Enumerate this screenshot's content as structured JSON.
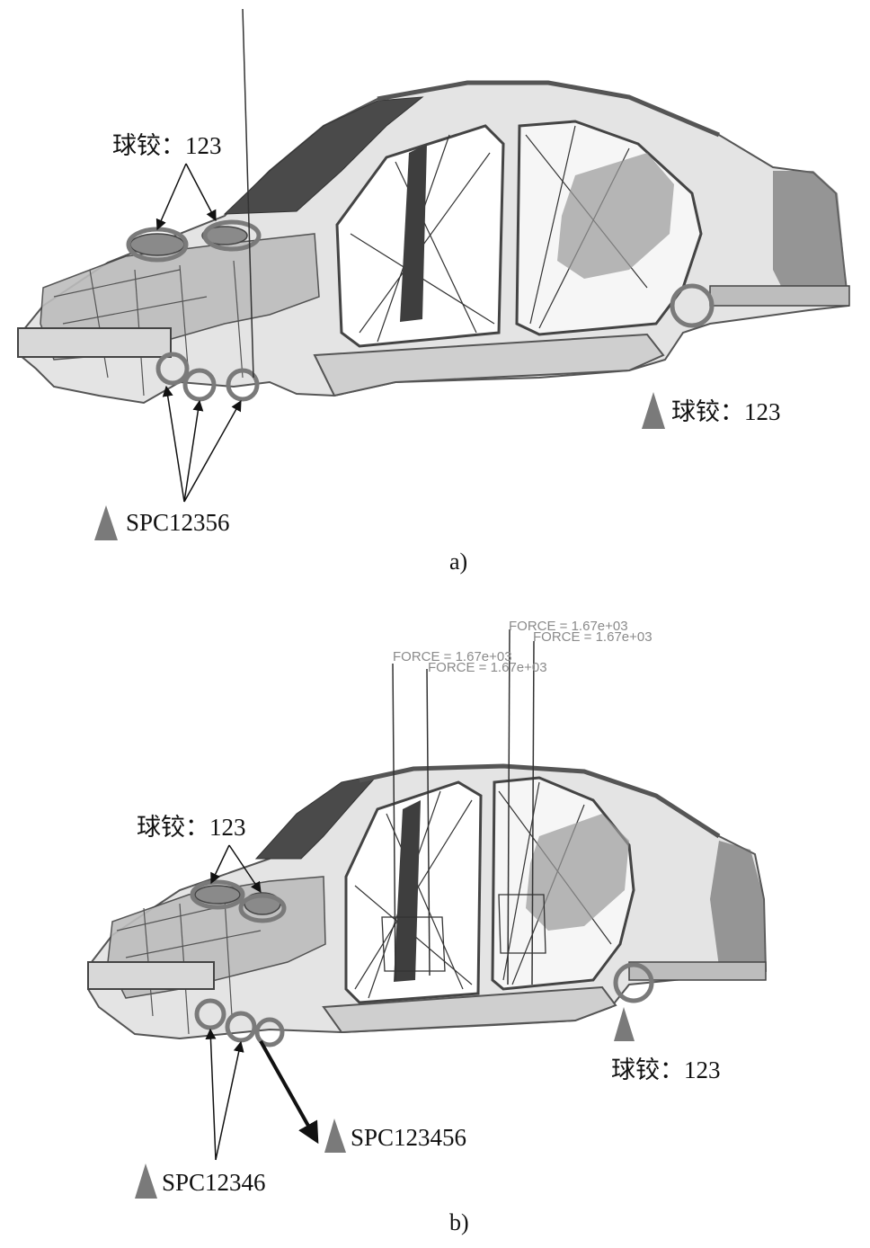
{
  "panel_a": {
    "caption": "a)",
    "label_ball_front": "球铰：123",
    "label_ball_rear": "球铰：123",
    "label_spc": "SPC12356"
  },
  "panel_b": {
    "caption": "b)",
    "label_ball_front": "球铰：123",
    "label_ball_rear": "球铰：123",
    "label_spc_1": "SPC12346",
    "label_spc_2": "SPC123456",
    "force_1": "FORCE = 1.67e+03",
    "force_2": "FORCE = 1.67e+03",
    "force_3": "FORCE = 1.67e+03",
    "force_4": "FORCE = 1.67e+03"
  },
  "colors": {
    "constraint_marker": "#7a7a7a",
    "circle_marker": "#7a7a7a",
    "body_fill": "#e4e4e4",
    "roof_fill": "#4a4a4a"
  }
}
